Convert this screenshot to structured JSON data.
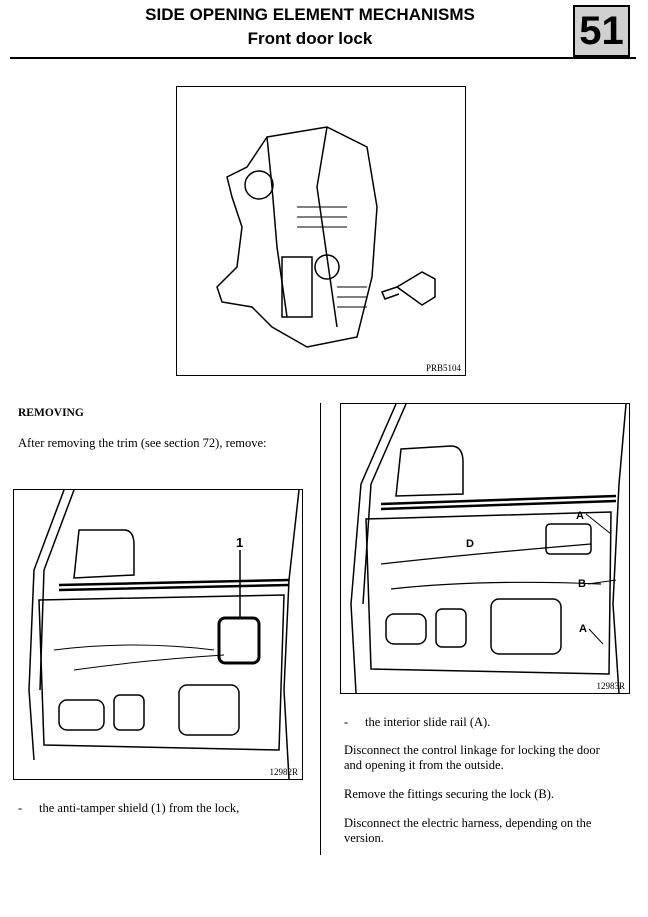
{
  "header": {
    "title": "SIDE OPENING ELEMENT MECHANISMS",
    "subtitle": "Front door lock",
    "chapter": "51"
  },
  "figures": {
    "lock": {
      "label": "PRB5104"
    },
    "door_left": {
      "label": "12982R",
      "callout": "1"
    },
    "door_right": {
      "label": "12983R",
      "callouts": [
        "A",
        "B",
        "D",
        "A"
      ]
    }
  },
  "left": {
    "heading": "REMOVING",
    "intro": "After removing the trim (see section 72),  remove:",
    "bullet": "the anti-tamper shield (1) from the lock,"
  },
  "right": {
    "bullet": "the interior slide rail (A).",
    "para1": "Disconnect the control linkage for locking the door and opening it from the outside.",
    "para2": "Remove the fittings securing the lock (B).",
    "para3": "Disconnect the electric harness, depending on the version."
  }
}
